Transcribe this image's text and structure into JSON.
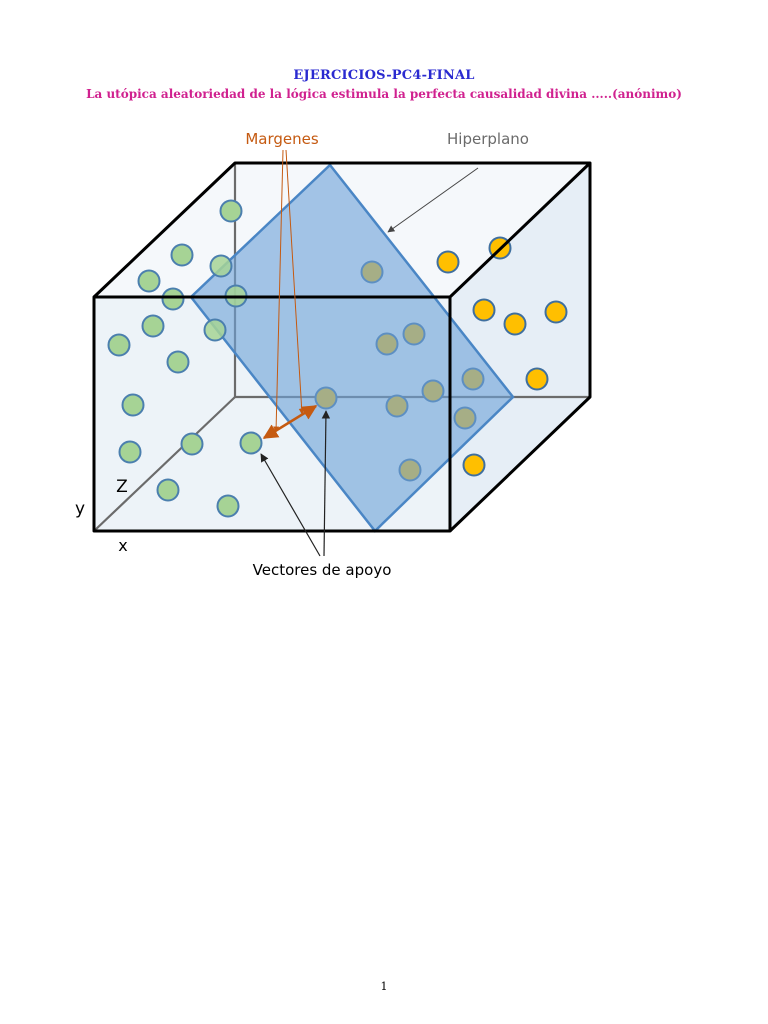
{
  "header": {
    "title": "EJERCICIOS-PC4-FINAL",
    "subtitle": "La utópica aleatoriedad de la lógica estimula la perfecta causalidad divina .....(anónimo)"
  },
  "diagram": {
    "labels": {
      "margins": "Margenes",
      "hyperplane": "Hiperplano",
      "support_vectors": "Vectores de apoyo",
      "axis_y": "y",
      "axis_z": "Z",
      "axis_x": "x"
    },
    "colors": {
      "class_a_fill": "#a6d395",
      "class_a_stroke": "#4b7fae",
      "class_b_fill": "#ffbf00",
      "class_b_stroke": "#3f6f9f",
      "plane_fill": "#6fa3d9",
      "plane_stroke": "#4a86c5",
      "margin_color": "#c55a11",
      "box_fill": "#edf3f8"
    }
  },
  "footer": {
    "page_number": "1"
  }
}
